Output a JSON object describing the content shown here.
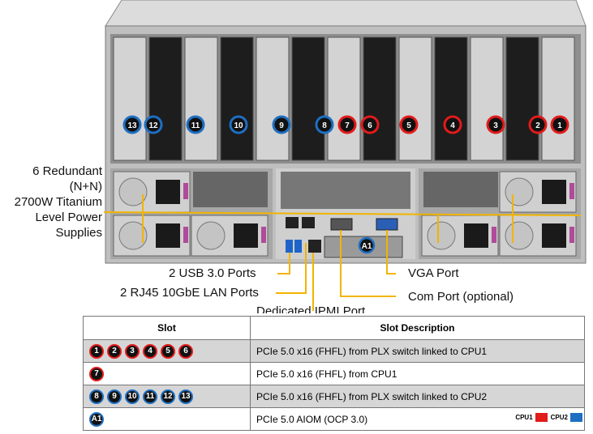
{
  "colors": {
    "cpu1": "#e21b1b",
    "cpu2": "#1e6fc2"
  },
  "callouts": {
    "psu_lines": [
      "6 Redundant",
      "(N+N)",
      "2700W Titanium",
      "Level Power",
      "Supplies"
    ],
    "usb": "2 USB 3.0 Ports",
    "lan": "2 RJ45 10GbE LAN Ports",
    "ipmi": "Dedicated IPMI Port",
    "vga": "VGA Port",
    "com": "Com Port (optional)"
  },
  "slot_badges": [
    {
      "label": "13",
      "cpu": "cpu2"
    },
    {
      "label": "12",
      "cpu": "cpu2"
    },
    {
      "label": "11",
      "cpu": "cpu2"
    },
    {
      "label": "10",
      "cpu": "cpu2"
    },
    {
      "label": "9",
      "cpu": "cpu2"
    },
    {
      "label": "8",
      "cpu": "cpu2"
    },
    {
      "label": "7",
      "cpu": "cpu1"
    },
    {
      "label": "6",
      "cpu": "cpu1"
    },
    {
      "label": "5",
      "cpu": "cpu1"
    },
    {
      "label": "4",
      "cpu": "cpu1"
    },
    {
      "label": "3",
      "cpu": "cpu1"
    },
    {
      "label": "2",
      "cpu": "cpu1"
    },
    {
      "label": "1",
      "cpu": "cpu1"
    }
  ],
  "aiom_badge": "A1",
  "table": {
    "header": {
      "slot": "Slot",
      "desc": "Slot Description"
    },
    "rows": [
      {
        "badges": [
          "1",
          "2",
          "3",
          "4",
          "5",
          "6"
        ],
        "cpu": "cpu1",
        "desc": "PCIe 5.0 x16 (FHFL) from PLX switch linked to CPU1"
      },
      {
        "badges": [
          "7"
        ],
        "cpu": "cpu1",
        "desc": "PCIe 5.0 x16 (FHFL) from CPU1"
      },
      {
        "badges": [
          "8",
          "9",
          "10",
          "11",
          "12",
          "13"
        ],
        "cpu": "cpu2",
        "desc": "PCIe 5.0 x16 (FHFL) from PLX switch linked to CPU2"
      },
      {
        "badges": [
          "A1"
        ],
        "cpu": "cpu2",
        "desc": "PCIe 5.0 AIOM (OCP 3.0)"
      }
    ]
  },
  "legend": [
    {
      "label": "CPU1",
      "color": "#e21b1b"
    },
    {
      "label": "CPU2",
      "color": "#1e6fc2"
    }
  ]
}
